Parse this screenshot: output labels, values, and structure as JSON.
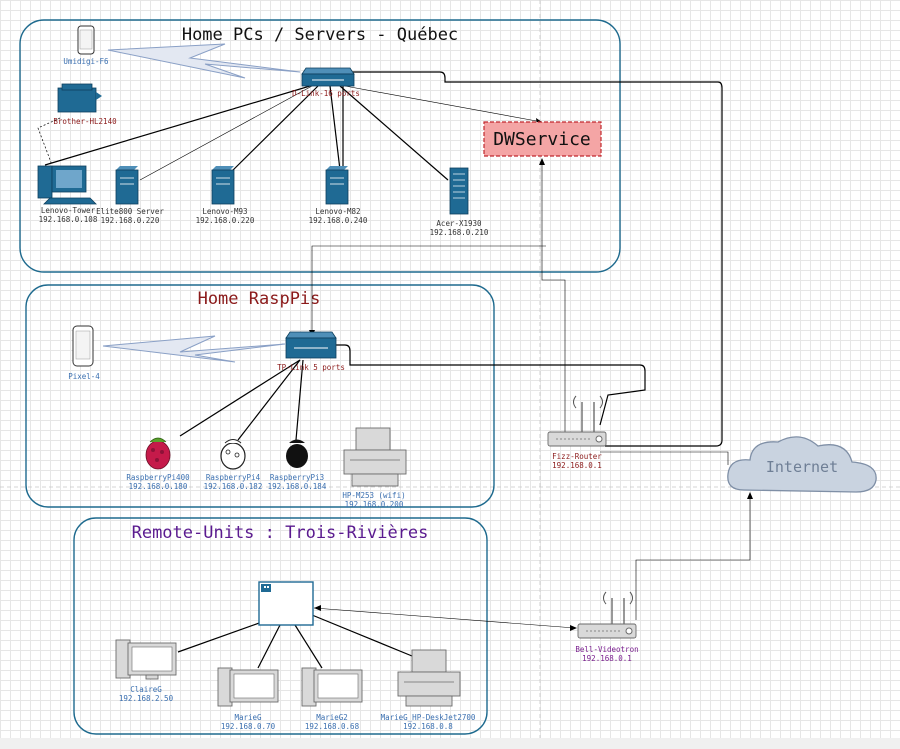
{
  "groups": {
    "home_pcs": {
      "title": "Home PCs / Servers - Québec"
    },
    "home_raspis": {
      "title": "Home RaspPis"
    },
    "remote_units": {
      "title": "Remote-Units : Trois-Rivières"
    }
  },
  "nodes": {
    "umidigi": {
      "label": "Umidigi-F6"
    },
    "brother": {
      "label": "Brother-HL2140"
    },
    "dlink": {
      "label": "D-Link-16 ports"
    },
    "dwservice": {
      "label": "DWService"
    },
    "lenovo_tower": {
      "label": "Lenovo-Tower",
      "ip": "192.168.0.108"
    },
    "elite800": {
      "label": "Elite800 Server",
      "ip": "192.168.0.220"
    },
    "lenovo_m93": {
      "label": "Lenovo-M93",
      "ip": "192.168.0.220"
    },
    "lenovo_m82": {
      "label": "Lenovo-M82",
      "ip": "192.168.0.240"
    },
    "acer": {
      "label": "Acer-X1930",
      "ip": "192.168.0.210"
    },
    "pixel4": {
      "label": "Pixel-4"
    },
    "tplink": {
      "label": "TP-Link 5 ports"
    },
    "rpi400": {
      "label": "RaspberryPi400",
      "ip": "192.168.0.180"
    },
    "rpi4": {
      "label": "RaspberryPi4",
      "ip": "192.168.0.182"
    },
    "rpi3": {
      "label": "RaspberryPi3",
      "ip": "192.168.0.184"
    },
    "hp_m253": {
      "label": "HP-M253 (wifi)",
      "ip": "192.168.0.200"
    },
    "fizz": {
      "label": "Fizz-Router",
      "ip": "192.168.0.1"
    },
    "internet": {
      "label": "Internet"
    },
    "bell": {
      "label": "Bell-Videotron",
      "ip": "192.168.0.1"
    },
    "claire": {
      "label": "ClaireG",
      "ip": "192.168.2.50"
    },
    "marie": {
      "label": "MarieG",
      "ip": "192.168.0.70"
    },
    "marie2": {
      "label": "MarieG2",
      "ip": "192.168.0.68"
    },
    "marie_hp": {
      "label": "MarieG_HP-DeskJet2700",
      "ip": "192.168.0.8"
    }
  },
  "colors": {
    "frame": "#1e6a8e",
    "device": "#1f6a94",
    "dwservice_fill": "#f4a5a5",
    "dwservice_border": "#c0282d",
    "title_pcs": "#111111",
    "title_raspis": "#8b1a1a",
    "title_remote": "#5a1a8f",
    "internet_fill": "#c9d3e0"
  }
}
